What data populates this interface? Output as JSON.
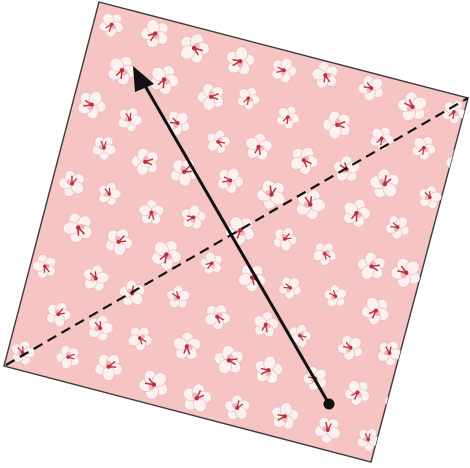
{
  "diagram": {
    "paper_color": "#f7c4c4",
    "paper_edge_color": "#3a3a3a",
    "blossom_petal_color": "#fdf1ef",
    "blossom_shade_color": "#ecaab2",
    "blossom_center_color": "#b8323e",
    "fold_line_style": "dashed",
    "fold_line_color": "#111111",
    "arrow_color": "#111111",
    "arrow_start_marker": "dot",
    "arrow_end_marker": "arrowhead"
  }
}
